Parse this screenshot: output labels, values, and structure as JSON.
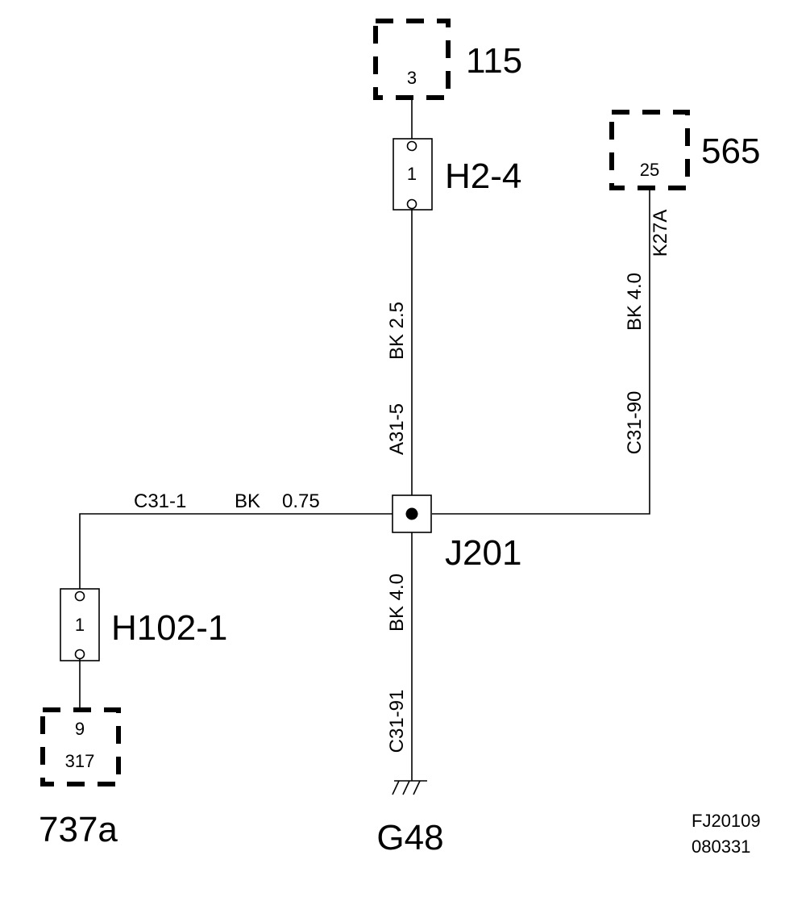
{
  "components": {
    "c115": {
      "ref": "115",
      "pin": "3"
    },
    "c565": {
      "ref": "565",
      "pin": "25"
    },
    "c737a": {
      "ref": "737a",
      "pin": "9",
      "pin2": "317"
    }
  },
  "connectors": {
    "h2_4": {
      "ref": "H2-4",
      "pin": "1"
    },
    "h102_1": {
      "ref": "H102-1",
      "pin": "1"
    }
  },
  "splice": {
    "ref": "J201"
  },
  "ground": {
    "ref": "G48"
  },
  "wires": {
    "vertical_top_color": "BK 2.5",
    "vertical_top_id": "A31-5",
    "vertical_bottom_color": "BK 4.0",
    "vertical_bottom_id": "C31-91",
    "right_color": "BK 4.0",
    "right_id": "C31-90",
    "right_net": "K27A",
    "left_id": "C31-1",
    "left_color": "BK",
    "left_size": "0.75"
  },
  "footer": {
    "code": "FJ20109",
    "date": "080331"
  }
}
